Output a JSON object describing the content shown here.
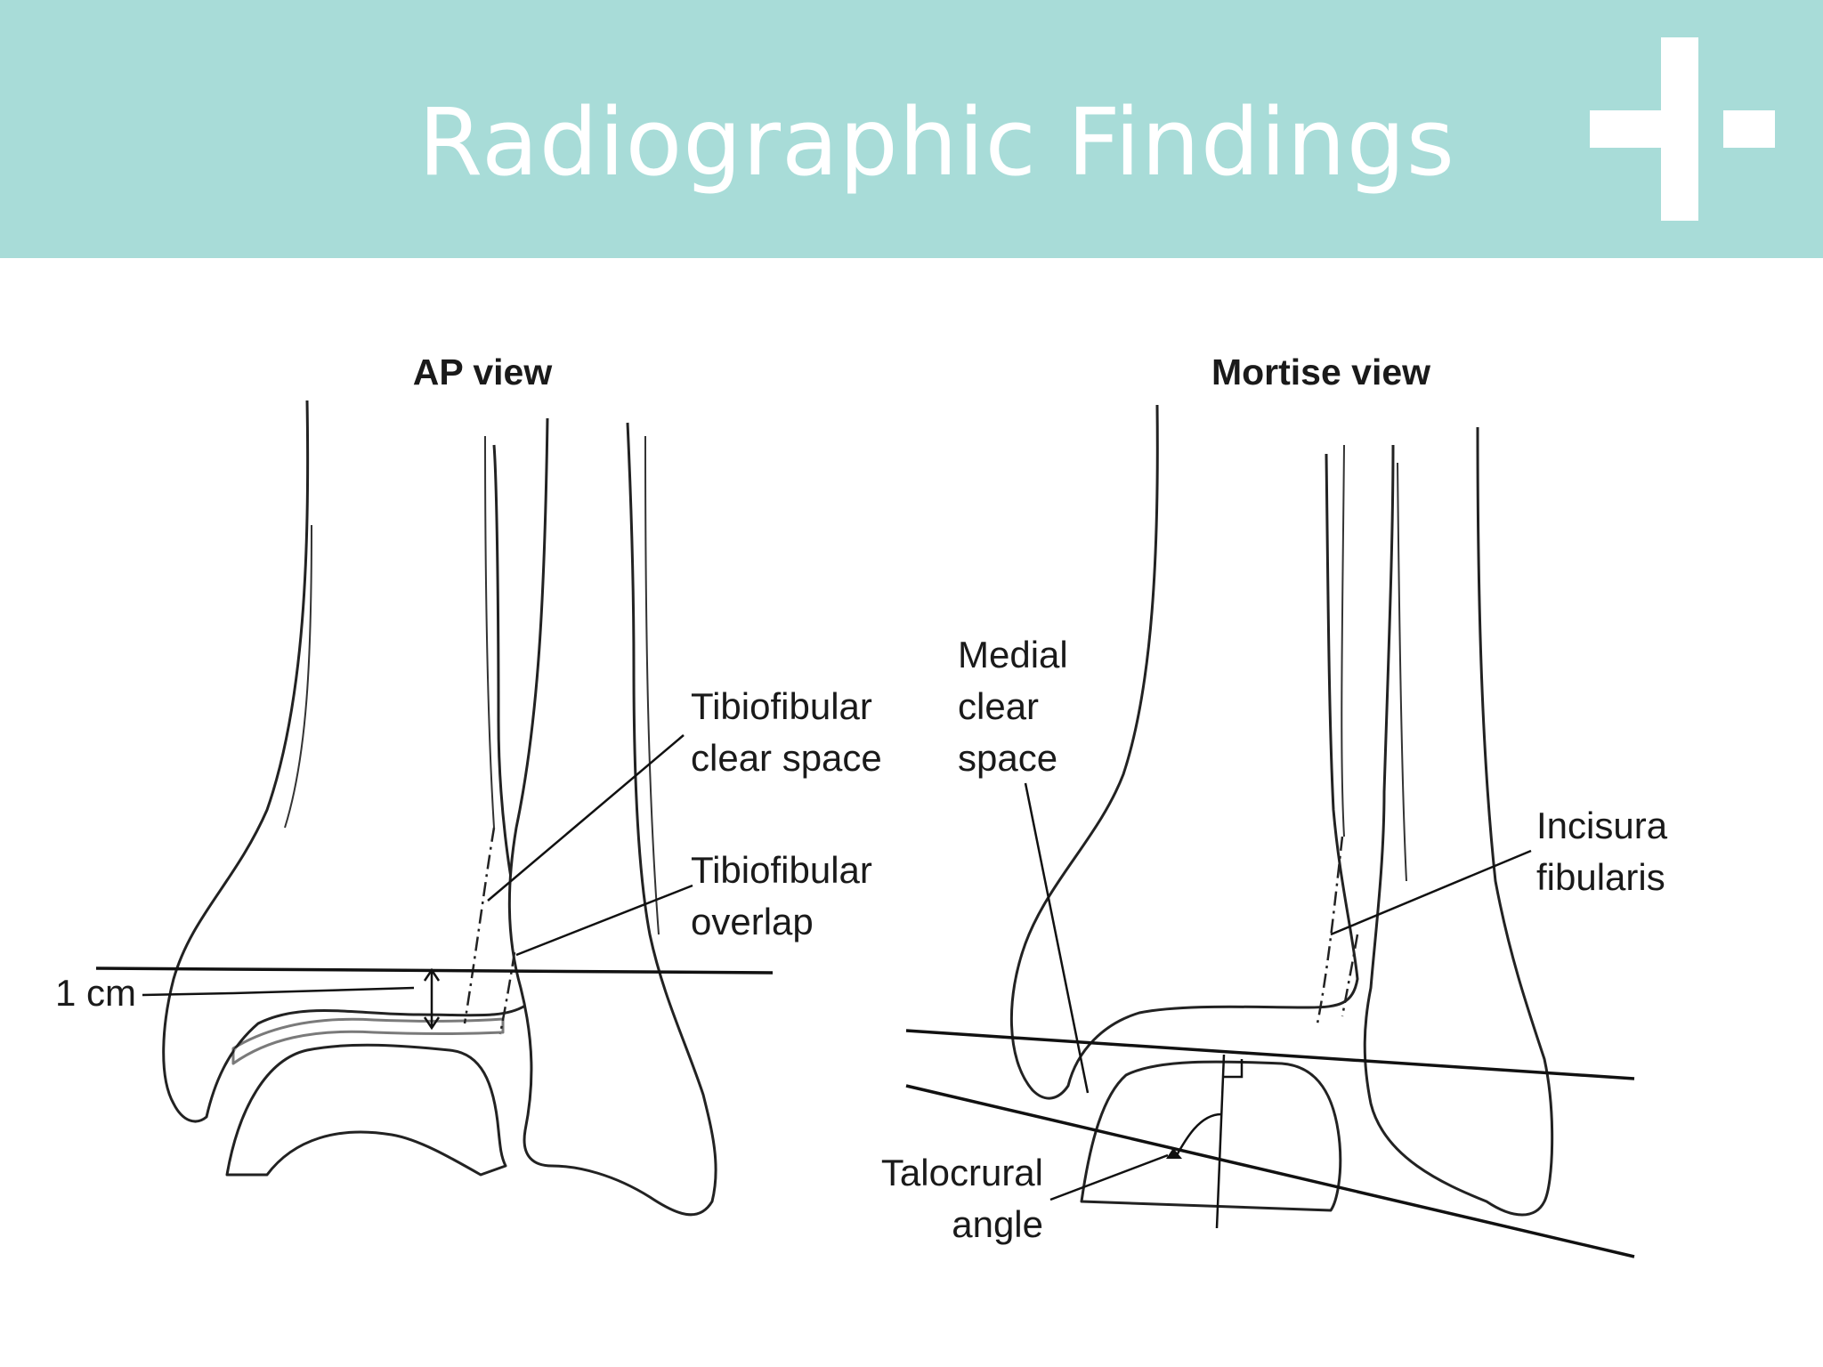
{
  "slide": {
    "title": "Radiographic Findings",
    "header_color": "#a8dcd8",
    "logo_icon": "plus-logo-icon"
  },
  "diagram": {
    "ap_view": {
      "title": "AP view",
      "labels": {
        "tibiofibular_clear_space_1": "Tibiofibular",
        "tibiofibular_clear_space_2": "clear space",
        "tibiofibular_overlap_1": "Tibiofibular",
        "tibiofibular_overlap_2": "overlap",
        "one_cm": "1 cm"
      }
    },
    "mortise_view": {
      "title": "Mortise view",
      "labels": {
        "medial_clear_space_1": "Medial",
        "medial_clear_space_2": "clear",
        "medial_clear_space_3": "space",
        "incisura_fibularis_1": "Incisura",
        "incisura_fibularis_2": "fibularis",
        "talocrural_angle_1": "Talocrural",
        "talocrural_angle_2": "angle"
      }
    }
  }
}
